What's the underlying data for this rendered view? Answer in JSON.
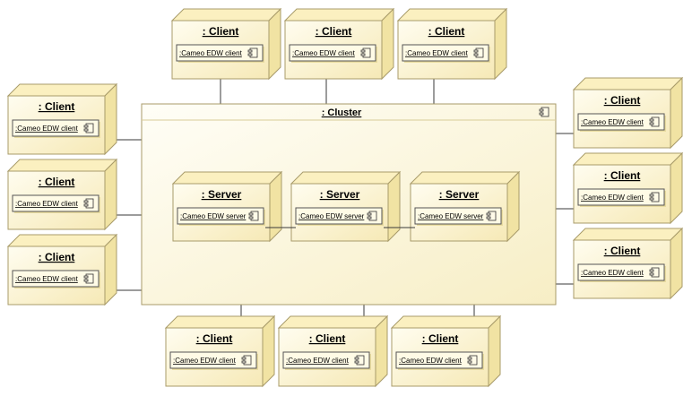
{
  "cluster": {
    "title": ": Cluster"
  },
  "clients": [
    {
      "title": ": Client",
      "component": ":Cameo EDW client"
    },
    {
      "title": ": Client",
      "component": ":Cameo EDW client"
    },
    {
      "title": ": Client",
      "component": ":Cameo EDW client"
    },
    {
      "title": ": Client",
      "component": ":Cameo EDW client"
    },
    {
      "title": ": Client",
      "component": ":Cameo EDW client"
    },
    {
      "title": ": Client",
      "component": ":Cameo EDW client"
    },
    {
      "title": ": Client",
      "component": ":Cameo EDW client"
    },
    {
      "title": ": Client",
      "component": ":Cameo EDW client"
    },
    {
      "title": ": Client",
      "component": ":Cameo EDW client"
    },
    {
      "title": ": Client",
      "component": ":Cameo EDW client"
    },
    {
      "title": ": Client",
      "component": ":Cameo EDW client"
    },
    {
      "title": ": Client",
      "component": ":Cameo EDW client"
    }
  ],
  "servers": [
    {
      "title": ": Server",
      "component": ":Cameo EDW server"
    },
    {
      "title": ": Server",
      "component": ":Cameo EDW server"
    },
    {
      "title": ": Server",
      "component": ":Cameo EDW server"
    }
  ],
  "colors": {
    "node_fill": "#fdf7d8",
    "node_top": "#fbf0c0",
    "node_side": "#f1e3a3",
    "border": "#a89b6a",
    "line": "#3a3a3a"
  }
}
